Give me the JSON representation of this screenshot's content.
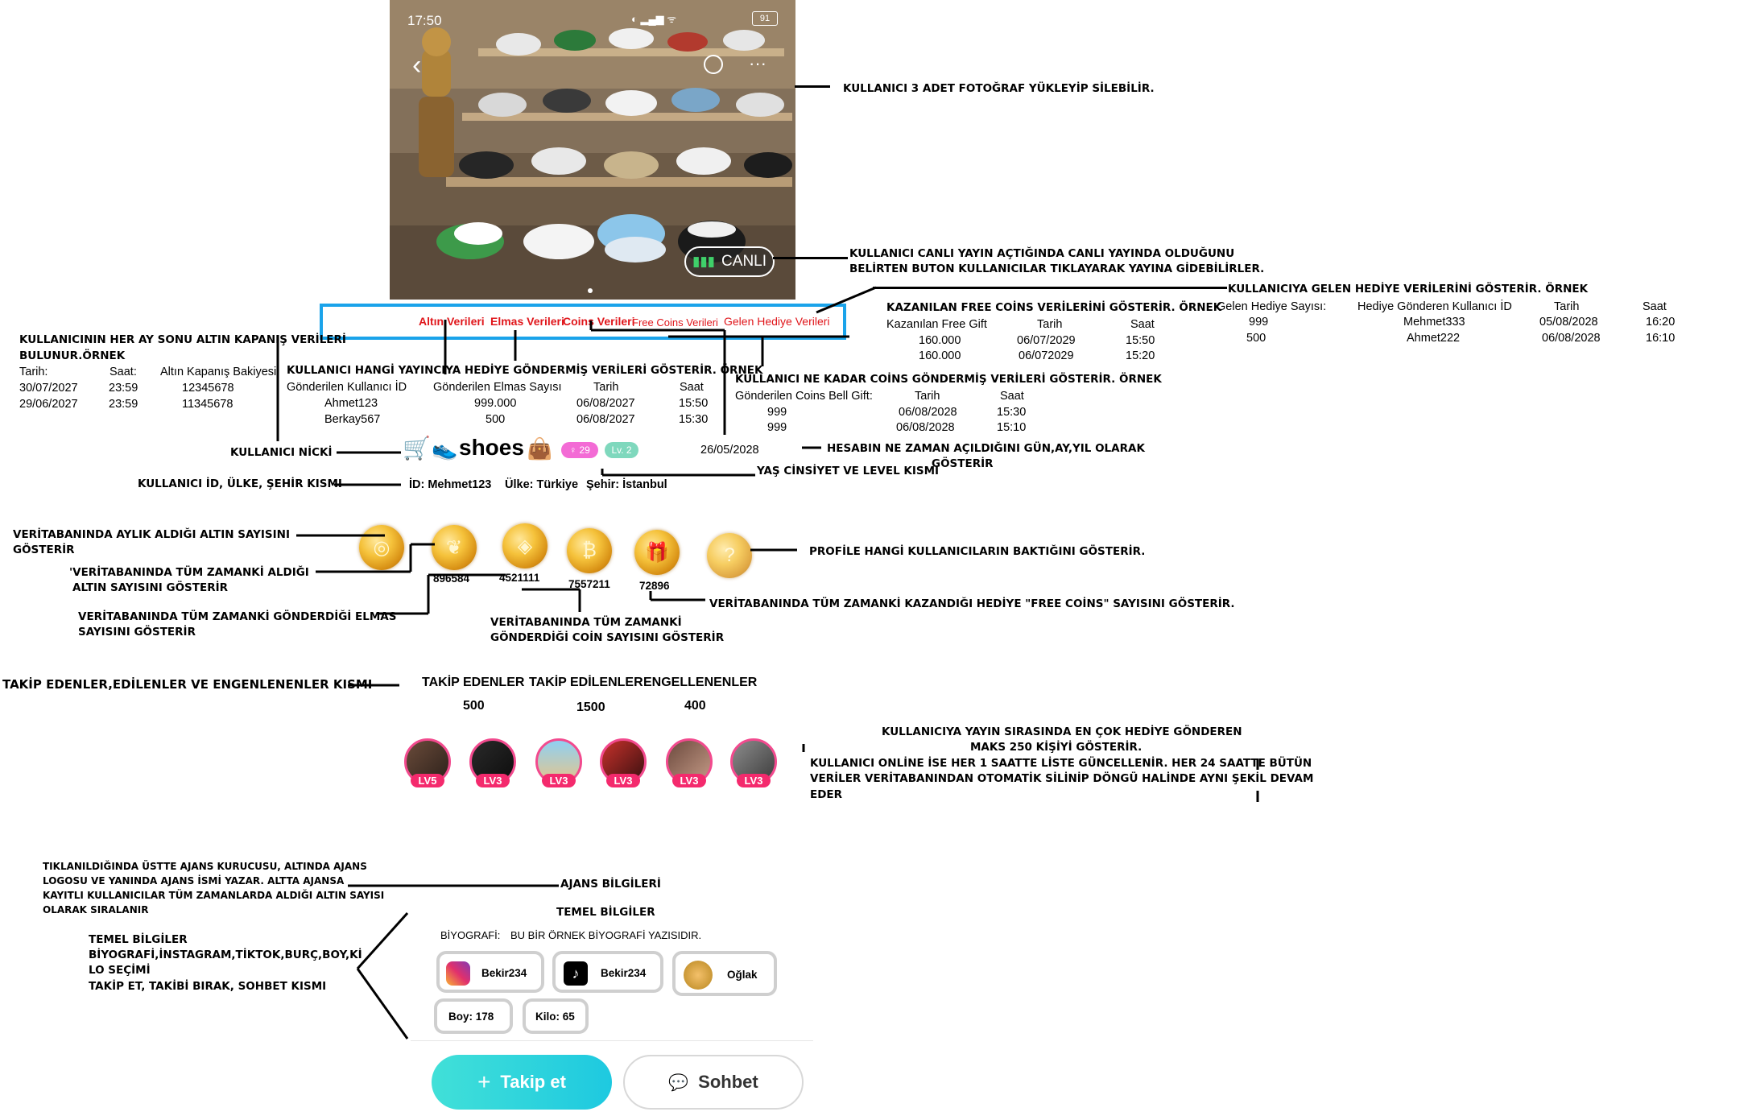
{
  "status_bar": {
    "time": "17:50",
    "battery": "91"
  },
  "photo": {
    "canli_label": "CANLI"
  },
  "tabs": [
    "Altın Verileri",
    "Elmas Verileri",
    "Coins Verileri",
    "Free Coins Verileri",
    "Gelen Hediye Verileri"
  ],
  "profile": {
    "nick": "shoes",
    "gender_age": "29",
    "level": "Lv. 2",
    "created_date": "26/05/2028",
    "id_label": "İD: Mehmet123",
    "country_label": "Ülke: Türkiye",
    "city_label": "Şehir: İstanbul"
  },
  "coins": {
    "values": [
      "896584",
      "4521111",
      "7557211",
      "72896"
    ]
  },
  "follow_stats": {
    "labels": [
      "TAKİP EDENLER",
      "TAKİP EDİLENLER",
      "ENGELLENENLER"
    ],
    "values": [
      "500",
      "1500",
      "400"
    ]
  },
  "top_gifters": {
    "levels": [
      "LV5",
      "LV3",
      "LV3",
      "LV3",
      "LV3",
      "LV3"
    ]
  },
  "agency": {
    "label": "AJANS BİLGİLERİ"
  },
  "basic_info": {
    "title": "TEMEL BİLGİLER",
    "bio_label": "BİYOGRAFİ:",
    "bio_text": "BU BİR ÖRNEK BİYOGRAFİ YAZISIDIR.",
    "instagram": "Bekir234",
    "tiktok": "Bekir234",
    "zodiac": "Oğlak",
    "height": "Boy: 178",
    "weight": "Kilo: 65"
  },
  "actions": {
    "follow": "Takip et",
    "chat": "Sohbet"
  },
  "gold_table": {
    "title": "KULLANICININ HER AY SONU ALTIN KAPANIŞ VERİLERİ",
    "title2": "BULUNUR.ÖRNEK",
    "headers": [
      "Tarih:",
      "Saat:",
      "Altın Kapanış Bakiyesi"
    ],
    "rows": [
      [
        "30/07/2027",
        "23:59",
        "12345678"
      ],
      [
        "29/06/2027",
        "23:59",
        "11345678"
      ]
    ]
  },
  "diamond_table": {
    "title": "KULLANICI HANGİ YAYINCIYA HEDİYE GÖNDERMİŞ  VERİLERİ GÖSTERİR. ÖRNEK",
    "headers": [
      "Gönderilen Kullanıcı İD",
      "Gönderilen Elmas  Sayısı",
      "Tarih",
      "Saat"
    ],
    "rows": [
      [
        "Ahmet123",
        "999.000",
        "06/08/2027",
        "15:50"
      ],
      [
        "Berkay567",
        "500",
        "06/08/2027",
        "15:30"
      ]
    ]
  },
  "coins_table": {
    "title": "KULLANICI NE KADAR COİNS GÖNDERMİŞ VERİLERİ GÖSTERİR. ÖRNEK",
    "headers": [
      "Gönderilen Coins Bell Gift:",
      "Tarih",
      "Saat"
    ],
    "rows": [
      [
        "999",
        "06/08/2028",
        "15:30"
      ],
      [
        "999",
        "06/08/2028",
        "15:10"
      ]
    ]
  },
  "free_coins_table": {
    "title": "KAZANILAN FREE COİNS VERİLERİNİ GÖSTERİR. ÖRNEK",
    "headers": [
      "Kazanılan Free Gift",
      "Tarih",
      "Saat"
    ],
    "rows": [
      [
        "160.000",
        "06/07/2029",
        "15:50"
      ],
      [
        "160.000",
        "06/072029",
        "15:20"
      ]
    ]
  },
  "gift_table": {
    "title": "KULLANICIYA GELEN HEDİYE VERİLERİNİ GÖSTERİR. ÖRNEK",
    "headers": [
      "Gelen Hediye Sayısı:",
      "Hediye Gönderen Kullanıcı İD",
      "Tarih",
      "Saat"
    ],
    "rows": [
      [
        "999",
        "Mehmet333",
        "05/08/2028",
        "16:20"
      ],
      [
        "500",
        "Ahmet222",
        "06/08/2028",
        "16:10"
      ]
    ]
  },
  "notes": {
    "photos": "KULLANICI 3 ADET FOTOĞRAF YÜKLEYİP SİLEBİLİR.",
    "live1": "KULLANICI CANLI YAYIN AÇTIĞINDA CANLI YAYINDA OLDUĞUNU",
    "live2": "BELİRTEN BUTON KULLANICILAR TIKLAYARAK YAYINA GİDEBİLİRLER.",
    "nick": "KULLANICI NİCKİ",
    "id": "KULLANICI İD, ÜLKE, ŞEHİR KISMI",
    "account_date1": "HESABIN NE ZAMAN AÇILDIĞINI GÜN,AY,YIL OLARAK",
    "account_date2": "GÖSTERİR",
    "age_gender": "YAŞ CİNSİYET VE LEVEL KISMI",
    "monthly_gold1": "VERİTABANINDA AYLIK ALDIĞI ALTIN SAYISINI",
    "monthly_gold2": "GÖSTERİR",
    "alltime_gold1": "'VERİTABANINDA TÜM ZAMANKİ  ALDIĞI",
    "alltime_gold2": "ALTIN SAYISINI GÖSTERİR",
    "diamond1": "VERİTABANINDA TÜM ZAMANKİ GÖNDERDİĞİ ELMAS",
    "diamond2": "SAYISINI GÖSTERİR",
    "coin1": "VERİTABANINDA TÜM ZAMANKİ",
    "coin2": "GÖNDERDİĞİ COİN  SAYISINI  GÖSTERİR",
    "free_coins": "VERİTABANINDA TÜM ZAMANKİ  KAZANDIĞI HEDİYE \"FREE COİNS\" SAYISINI GÖSTERİR.",
    "visitors": "PROFİLE HANGİ KULLANICILARIN BAKTIĞINI GÖSTERİR.",
    "follow_section": "TAKİP EDENLER,EDİLENLER VE ENGENLENENLER KISMI",
    "top1": "KULLANICIYA YAYIN SIRASINDA EN ÇOK HEDİYE GÖNDEREN",
    "top2": "MAKS 250 KİŞİYİ GÖSTERİR.",
    "top3": "KULLANICI ONLİNE İSE HER 1 SAATTE LİSTE GÜNCELLENİR. HER 24 SAATTE BÜTÜN",
    "top4": "VERİLER VERİTABANINDAN OTOMATİK SİLİNİP DÖNGÜ HALİNDE AYNI ŞEKİL DEVAM",
    "top5": "EDER",
    "agency1": "TIKLANILDIĞINDA ÜSTTE AJANS KURUCUSU, ALTINDA AJANS",
    "agency2": "LOGOSU VE YANINDA AJANS İSMİ YAZAR.  ALTTA   AJANSA",
    "agency3": "KAYITLI KULLANICILAR  TÜM ZAMANLARDA ALDIĞI ALTIN SAYISI",
    "agency4": "OLARAK   SIRALANIR",
    "basic1": "TEMEL BİLGİLER",
    "basic2": "BİYOGRAFİ,İNSTAGRAM,TİKTOK,BURÇ,BOY,Kİ",
    "basic3": "LO SEÇİMİ",
    "basic4": "TAKİP ET, TAKİBİ BIRAK, SOHBET  KISMI"
  }
}
